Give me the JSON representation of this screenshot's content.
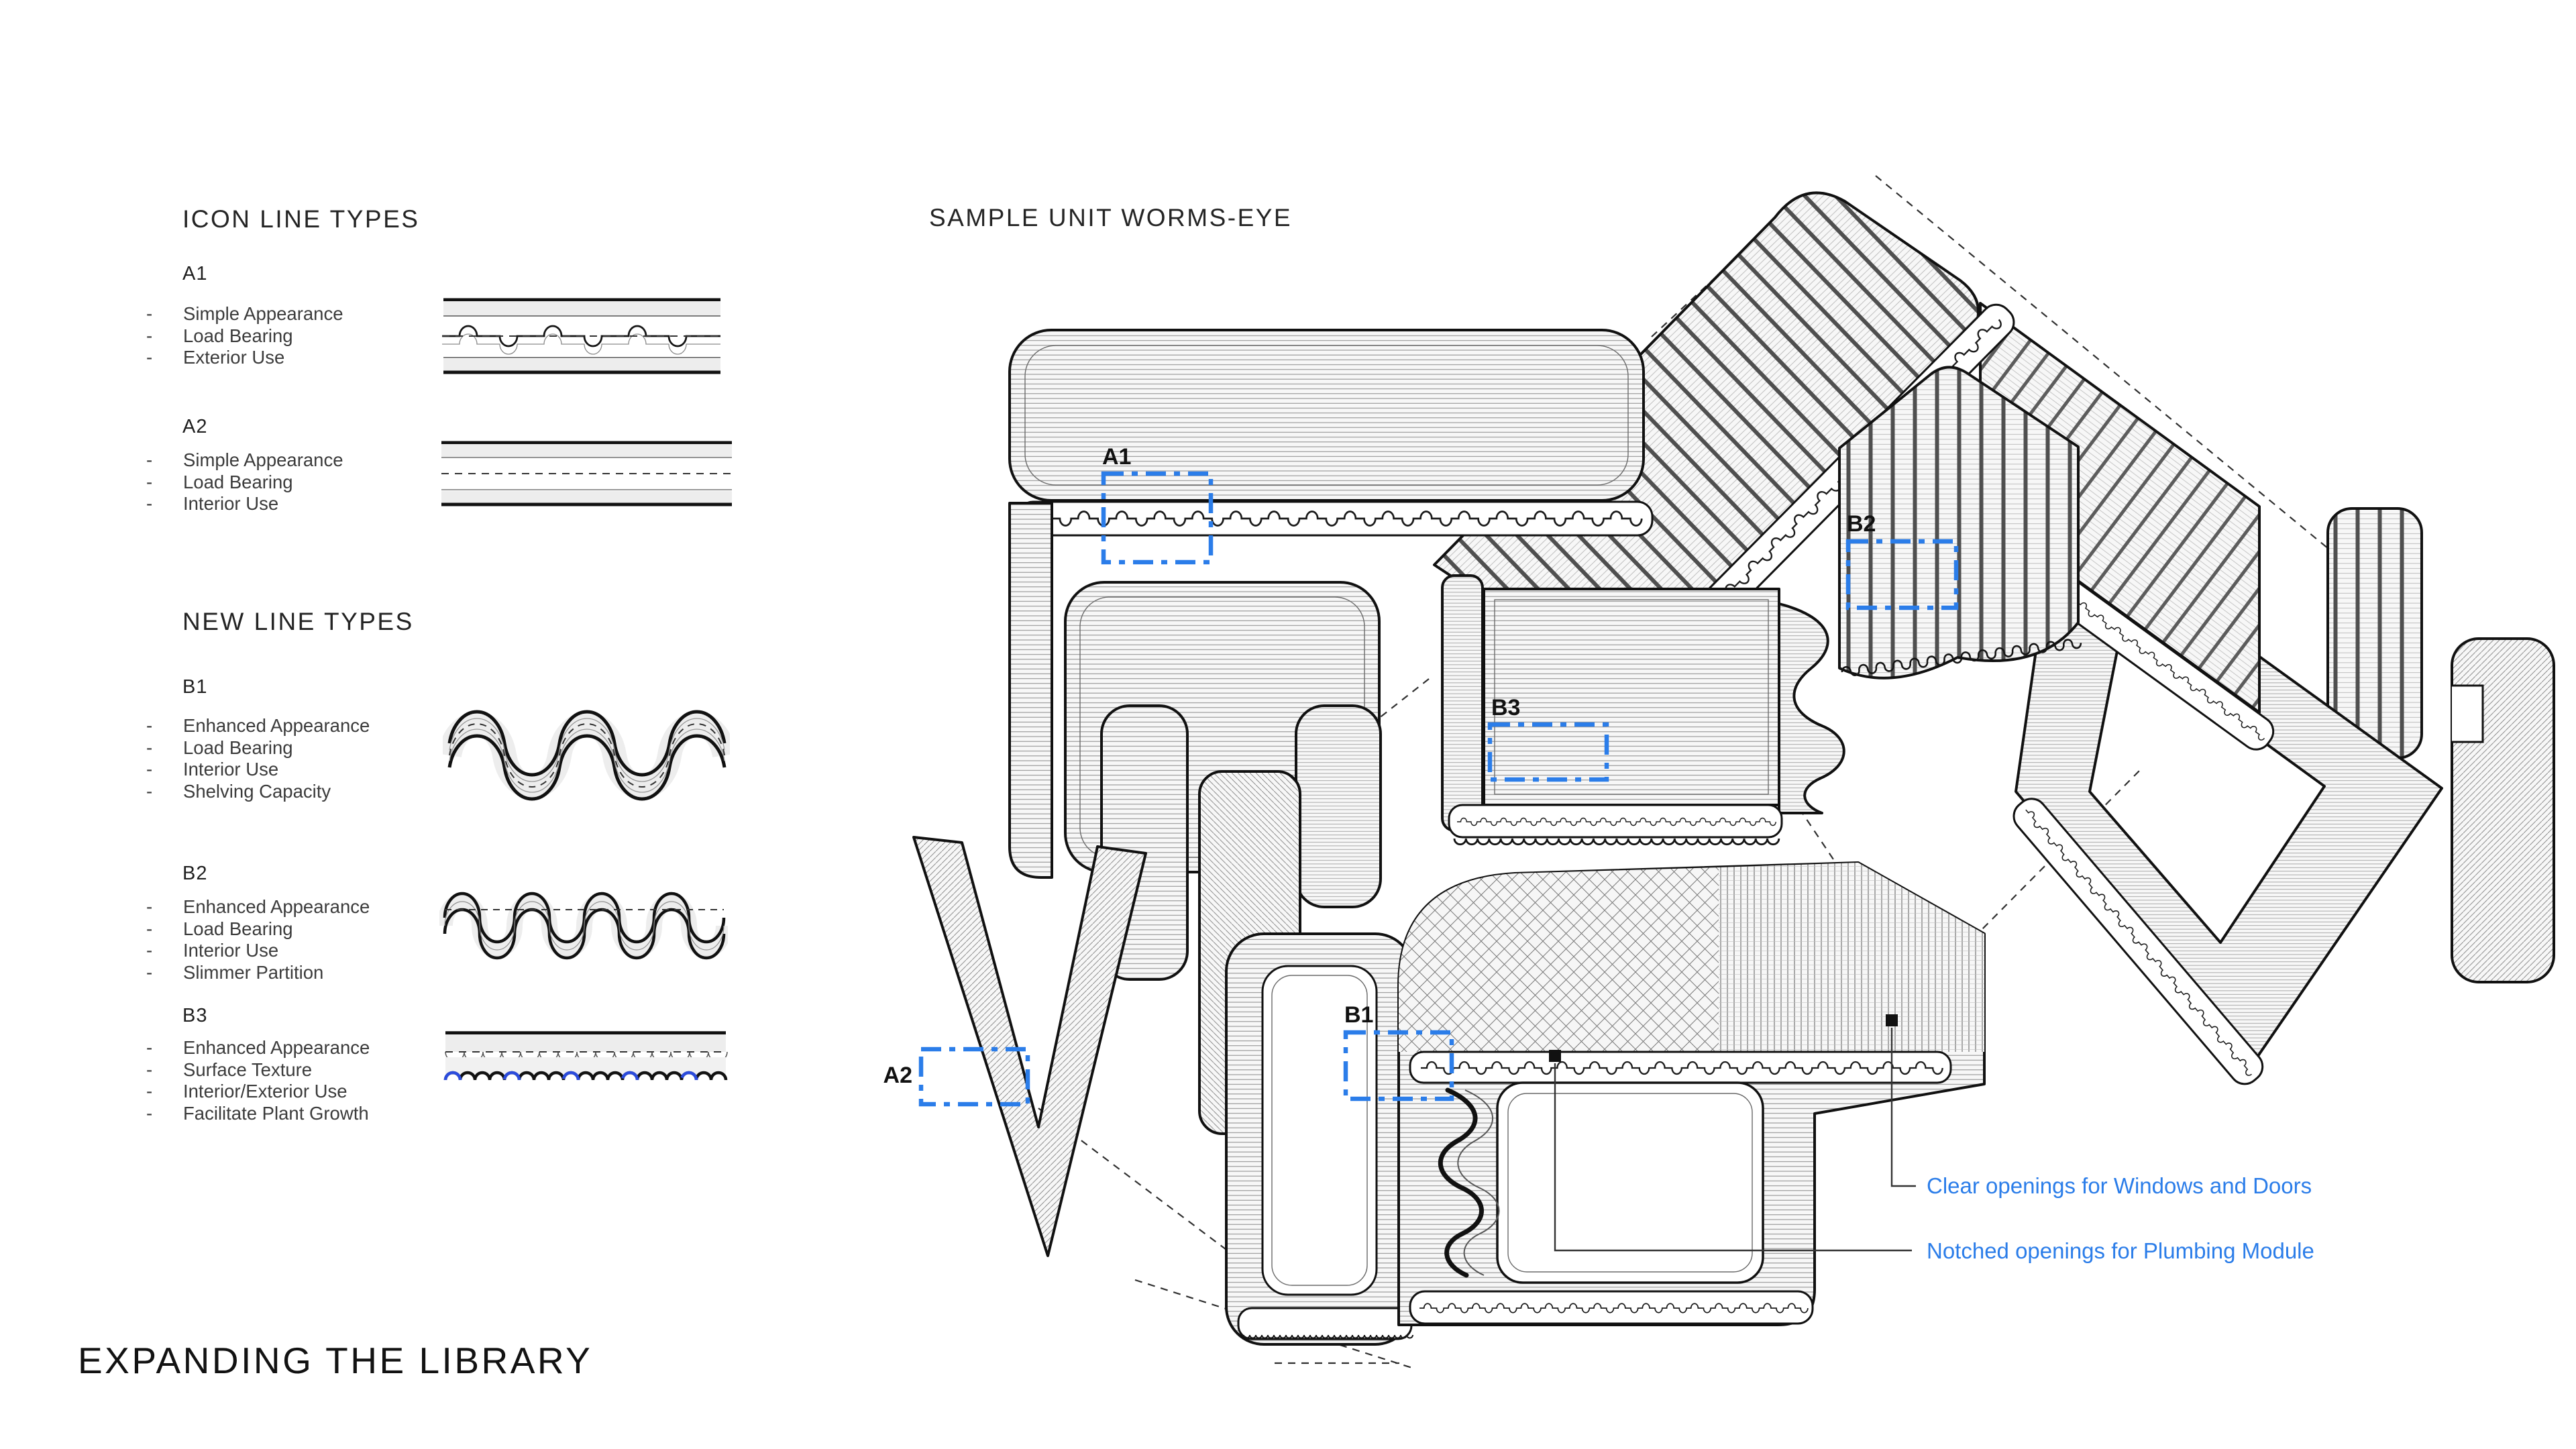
{
  "colors": {
    "accent": "#2b7de9",
    "ink": "#111111",
    "plant_blue": "#2b4bdc"
  },
  "legend": {
    "bullet_char": "-",
    "section1": {
      "title": "ICON LINE TYPES",
      "groups": [
        {
          "id": "A1",
          "items": [
            "Simple Appearance",
            "Load Bearing",
            "Exterior Use"
          ]
        },
        {
          "id": "A2",
          "items": [
            "Simple Appearance",
            "Load Bearing",
            "Interior Use"
          ]
        }
      ]
    },
    "section2": {
      "title": "NEW LINE TYPES",
      "groups": [
        {
          "id": "B1",
          "items": [
            "Enhanced Appearance",
            "Load Bearing",
            "Interior Use",
            "Shelving Capacity"
          ]
        },
        {
          "id": "B2",
          "items": [
            "Enhanced Appearance",
            "Load Bearing",
            "Interior Use",
            "Slimmer Partition"
          ]
        },
        {
          "id": "B3",
          "items": [
            "Enhanced Appearance",
            "Surface Texture",
            "Interior/Exterior Use",
            "Facilitate Plant Growth"
          ]
        }
      ]
    }
  },
  "main": {
    "title": "SAMPLE UNIT WORMS-EYE",
    "callouts": {
      "a1": "A1",
      "a2": "A2",
      "b1": "B1",
      "b2": "B2",
      "b3": "B3"
    },
    "annotations": [
      {
        "label": "Clear openings for Windows and Doors"
      },
      {
        "label": "Notched openings for Plumbing Module"
      }
    ]
  },
  "footer": {
    "title": "EXPANDING THE LIBRARY"
  }
}
